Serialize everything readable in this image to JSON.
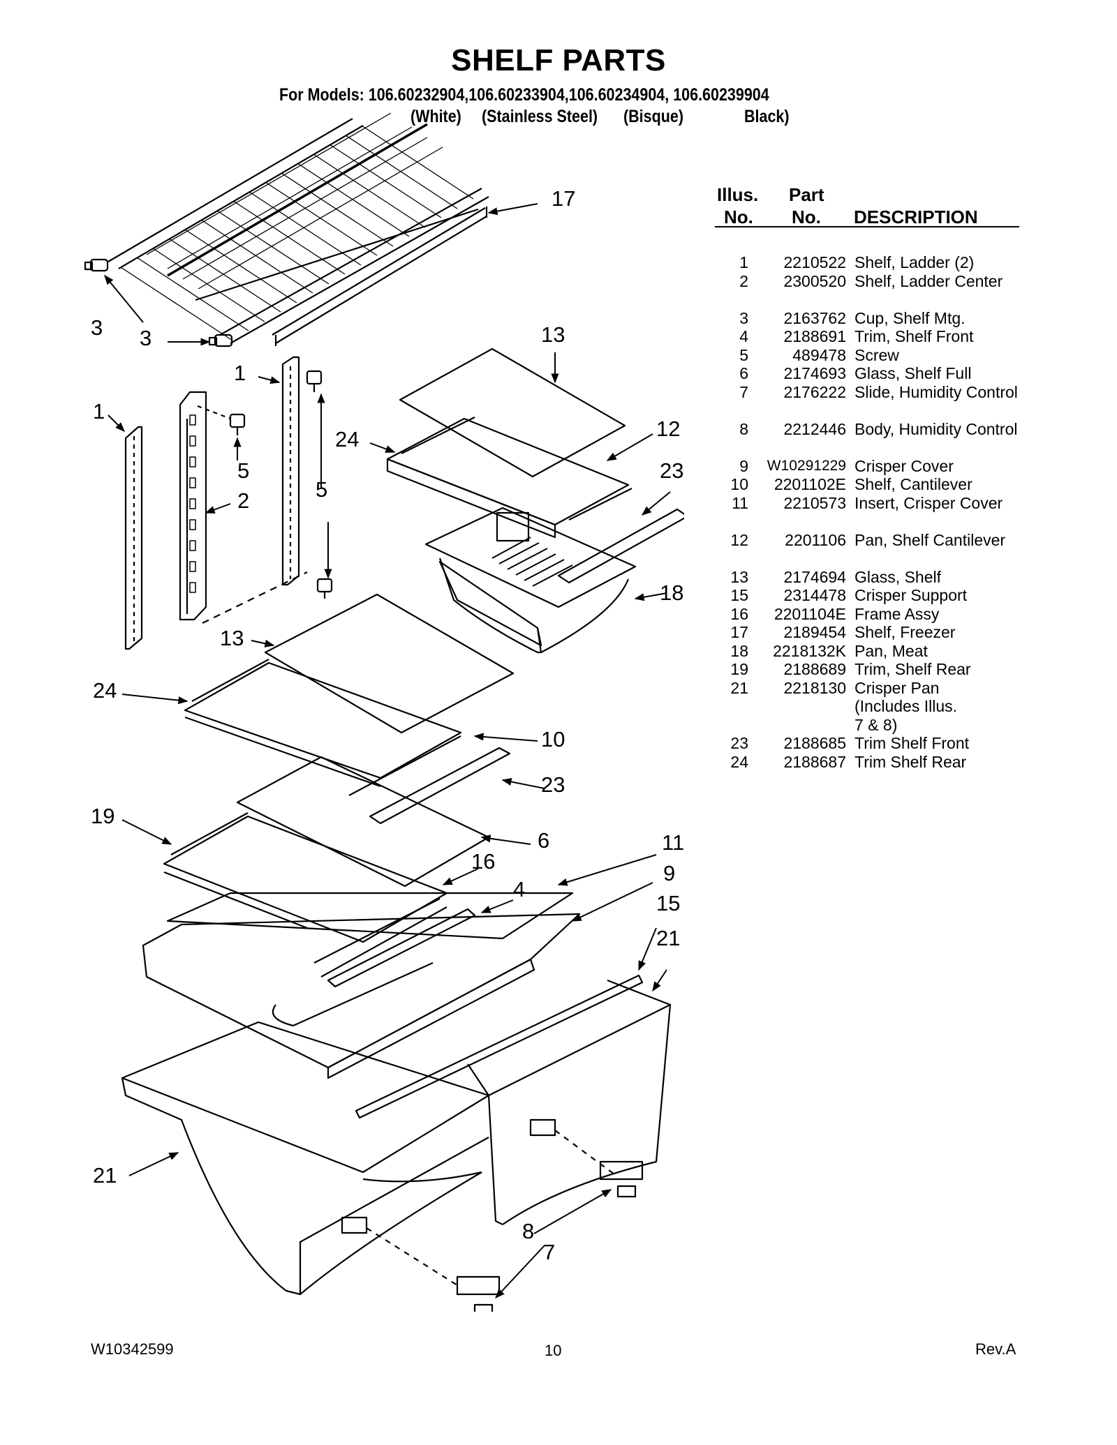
{
  "header": {
    "title": "SHELF PARTS",
    "models_line": "For Models: 106.60232904,106.60233904,106.60234904, 106.60239904",
    "finishes": [
      "(White)",
      "(Stainless Steel)",
      "(Bisque)",
      "Black)"
    ]
  },
  "table": {
    "headers": {
      "illus_top": "Illus.",
      "illus_bottom": "No.",
      "part_top": "Part",
      "part_bottom": "No.",
      "description": "DESCRIPTION"
    },
    "rows": [
      {
        "illus": "1",
        "part": "2210522",
        "desc": "Shelf, Ladder (2)"
      },
      {
        "illus": "2",
        "part": "2300520",
        "desc": "Shelf, Ladder Center"
      },
      {
        "illus": "3",
        "part": "2163762",
        "desc": "Cup, Shelf Mtg."
      },
      {
        "illus": "4",
        "part": "2188691",
        "desc": "Trim, Shelf Front"
      },
      {
        "illus": "5",
        "part": "489478",
        "desc": "Screw"
      },
      {
        "illus": "6",
        "part": "2174693",
        "desc": "Glass, Shelf Full"
      },
      {
        "illus": "7",
        "part": "2176222",
        "desc": "Slide, Humidity Control"
      },
      {
        "illus": "8",
        "part": "2212446",
        "desc": "Body, Humidity Control"
      },
      {
        "illus": "9",
        "part": "W10291229",
        "desc": "Crisper Cover"
      },
      {
        "illus": "10",
        "part": "2201102E",
        "desc": "Shelf, Cantilever"
      },
      {
        "illus": "11",
        "part": "2210573",
        "desc": "Insert, Crisper Cover"
      },
      {
        "illus": "12",
        "part": "2201106",
        "desc": "Pan, Shelf Cantilever"
      },
      {
        "illus": "13",
        "part": "2174694",
        "desc": "Glass, Shelf"
      },
      {
        "illus": "15",
        "part": "2314478",
        "desc": "Crisper Support"
      },
      {
        "illus": "16",
        "part": "2201104E",
        "desc": "Frame Assy"
      },
      {
        "illus": "17",
        "part": "2189454",
        "desc": "Shelf, Freezer"
      },
      {
        "illus": "18",
        "part": "2218132K",
        "desc": "Pan, Meat"
      },
      {
        "illus": "19",
        "part": "2188689",
        "desc": "Trim, Shelf Rear"
      },
      {
        "illus": "21",
        "part": "2218130",
        "desc": "Crisper Pan (Includes Illus. 7 & 8)"
      },
      {
        "illus": "23",
        "part": "2188685",
        "desc": "Trim Shelf Front"
      },
      {
        "illus": "24",
        "part": "2188687",
        "desc": "Trim Shelf Rear"
      }
    ]
  },
  "diagram": {
    "callouts": {
      "c17": "17",
      "c3a": "3",
      "c3b": "3",
      "c13a": "13",
      "c12": "12",
      "c23a": "23",
      "c24a": "24",
      "c1a": "1",
      "c1b": "1",
      "c5a": "5",
      "c5b": "5",
      "c2": "2",
      "c18": "18",
      "c13b": "13",
      "c24b": "24",
      "c10": "10",
      "c23b": "23",
      "c19": "19",
      "c6": "6",
      "c11": "11",
      "c16": "16",
      "c9": "9",
      "c4": "4",
      "c15": "15",
      "c21a": "21",
      "c21b": "21",
      "c8": "8",
      "c7": "7"
    }
  },
  "footer": {
    "doc_number": "W10342599",
    "page": "10",
    "revision": "Rev.A"
  }
}
